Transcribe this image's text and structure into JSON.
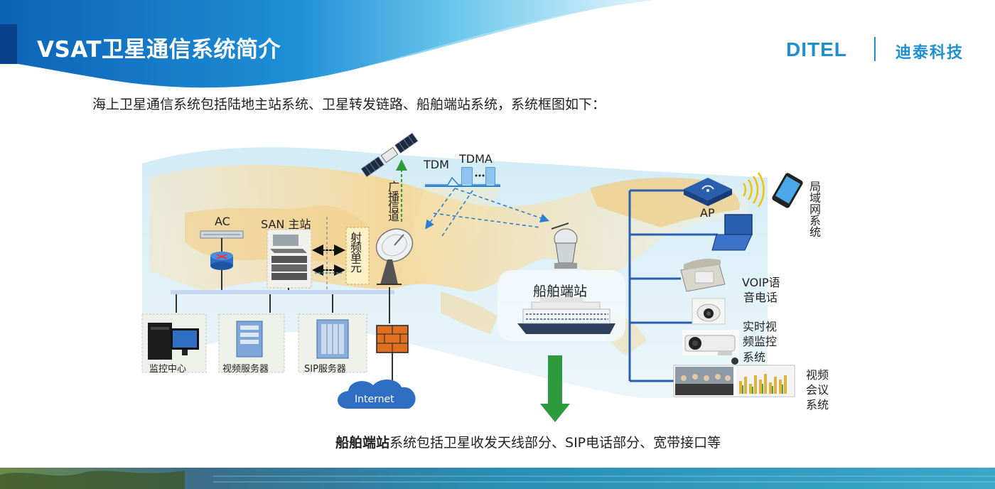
{
  "header": {
    "title": "VSAT卫星通信系统简介",
    "brand_en": "DITEL",
    "brand_cn": "迪泰科技"
  },
  "intro_text": "海上卫星通信系统包括陆地主站系统、卫星转发链路、船舶端站系统，系统框图如下：",
  "diagram": {
    "labels": {
      "tdm": "TDM",
      "tdma": "TDMA",
      "broadcast_channel": "广播信道",
      "rf_unit": "射频单元",
      "ac": "AC",
      "san_master": "SAN 主站",
      "monitor_center": "监控中心",
      "video_server": "视频服务器",
      "sip_server": "SIP服务器",
      "internet": "Internet",
      "ship_station": "船舶端站",
      "ap": "AP",
      "lan_system": "局域网系统",
      "voip": "VOIP语",
      "voip_2": "音电话",
      "video_monitor_1": "实时视",
      "video_monitor_2": "频监控",
      "video_monitor_3": "系统",
      "video_conf_1": "视频",
      "video_conf_2": "会议",
      "video_conf_3": "系统"
    },
    "icons": [
      "satellite-icon",
      "dish-antenna-icon",
      "ship-antenna-icon",
      "router-icon",
      "rack-server-icon",
      "firewall-icon",
      "cloud-icon",
      "cruise-ship-icon",
      "wifi-ap-icon",
      "smartphone-icon",
      "laptop-icon",
      "phone-icon",
      "dome-camera-icon",
      "bullet-camera-icon",
      "video-conference-icon",
      "down-arrow-icon"
    ],
    "colors": {
      "bus_blue": "#2a5fb0",
      "arrow_green": "#2e9a3e",
      "header_blue": "#1f8fd0"
    }
  },
  "summary": {
    "bold_part": "船舶端站",
    "rest": "系统包括卫星收发天线部分、SIP电话部分、宽带接口等"
  }
}
